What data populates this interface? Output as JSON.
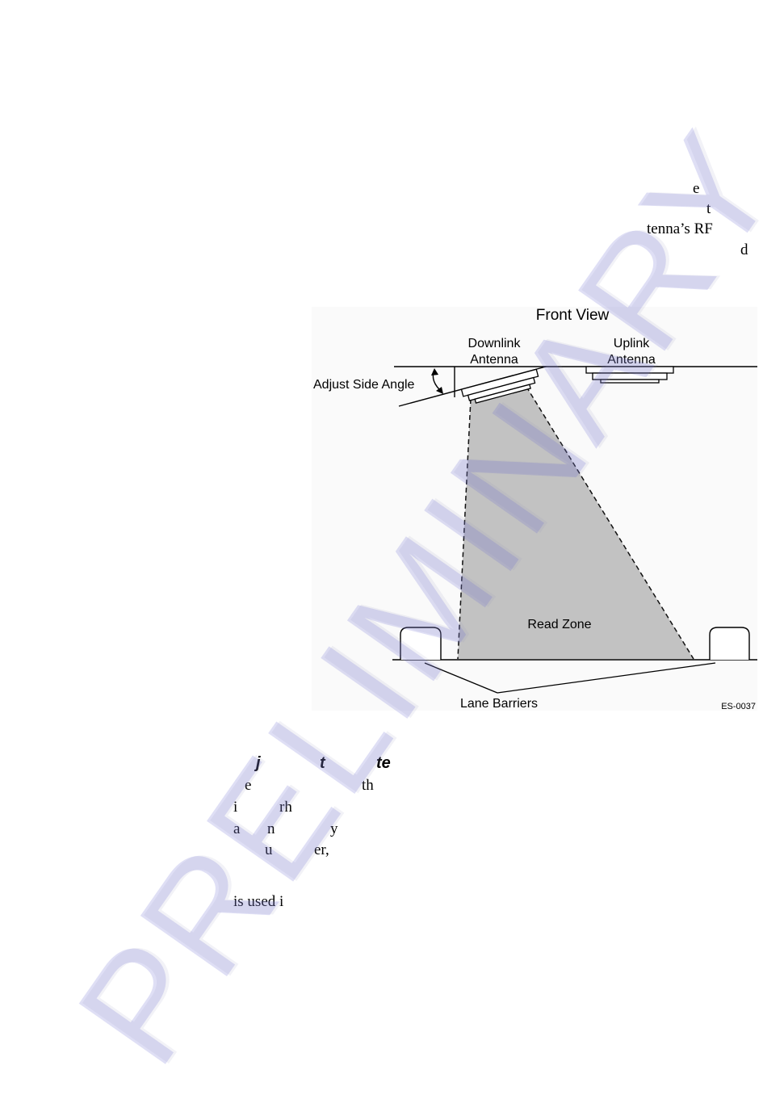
{
  "fragments_top": [
    "e",
    "t",
    "tenna’s RF",
    "d"
  ],
  "figure": {
    "title": "Front View",
    "downlink_label_1": "Downlink",
    "downlink_label_2": "Antenna",
    "uplink_label_1": "Uplink",
    "uplink_label_2": "Antenna",
    "adjust_label": "Adjust Side Angle",
    "read_zone_label": "Read Zone",
    "barriers_label": "Lane Barriers",
    "figure_id": "ES-0037",
    "read_zone_color": "#c2c2c2"
  },
  "fragments_heading": [
    "j",
    "t",
    "te"
  ],
  "fragments_body": [
    "e",
    "th",
    "i",
    "rh",
    "a",
    "n",
    "y",
    "u",
    "er,",
    "is used i"
  ],
  "watermark": {
    "text": "PRELIMINARY",
    "color": "#6e6ed2"
  }
}
